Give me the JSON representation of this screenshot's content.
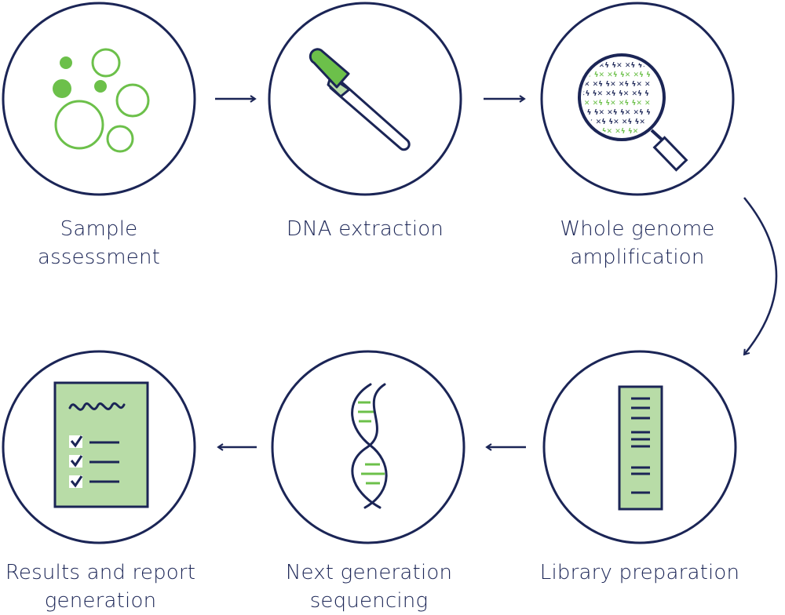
{
  "colors": {
    "navy": "#1b2556",
    "green": "#6cc04a",
    "light_green": "#b8dca7"
  },
  "steps": [
    {
      "label": "Sample assessment",
      "icon": "cells-icon"
    },
    {
      "label": "DNA extraction",
      "icon": "pipette-icon"
    },
    {
      "label": "Whole genome\namplification",
      "icon": "magnifier-dna-icon"
    },
    {
      "label": "Library preparation",
      "icon": "gel-strip-icon"
    },
    {
      "label": "Next generation\nsequencing",
      "icon": "dna-helix-icon"
    },
    {
      "label": "Results and report\ngeneration",
      "icon": "report-checklist-icon"
    }
  ]
}
